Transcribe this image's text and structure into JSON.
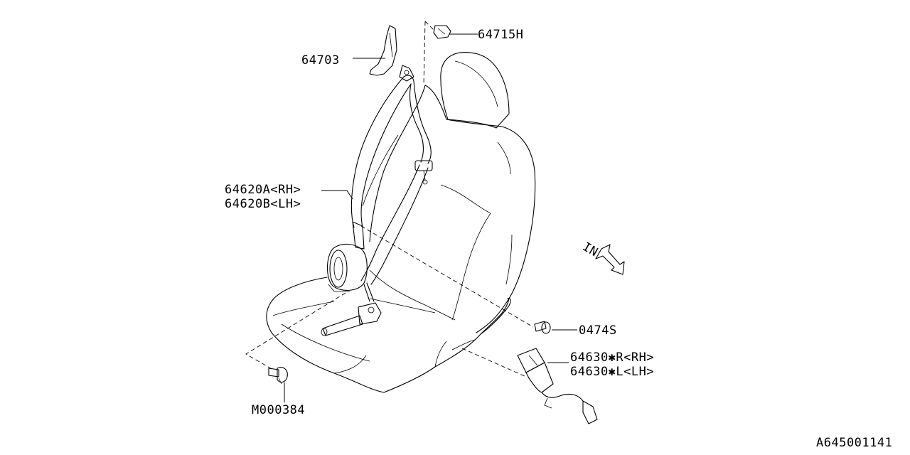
{
  "parts": [
    {
      "id": "p1",
      "label": "64715H"
    },
    {
      "id": "p2",
      "label": "64703"
    },
    {
      "id": "p3",
      "label": "64620A<RH>"
    },
    {
      "id": "p4",
      "label": "64620B<LH>"
    },
    {
      "id": "p5",
      "label": "0474S"
    },
    {
      "id": "p6",
      "label": "64630✱R<RH>"
    },
    {
      "id": "p7",
      "label": "64630✱L<LH>"
    },
    {
      "id": "p8",
      "label": "M000384"
    }
  ],
  "direction_label": "IN",
  "diagram_id": "A645001141"
}
